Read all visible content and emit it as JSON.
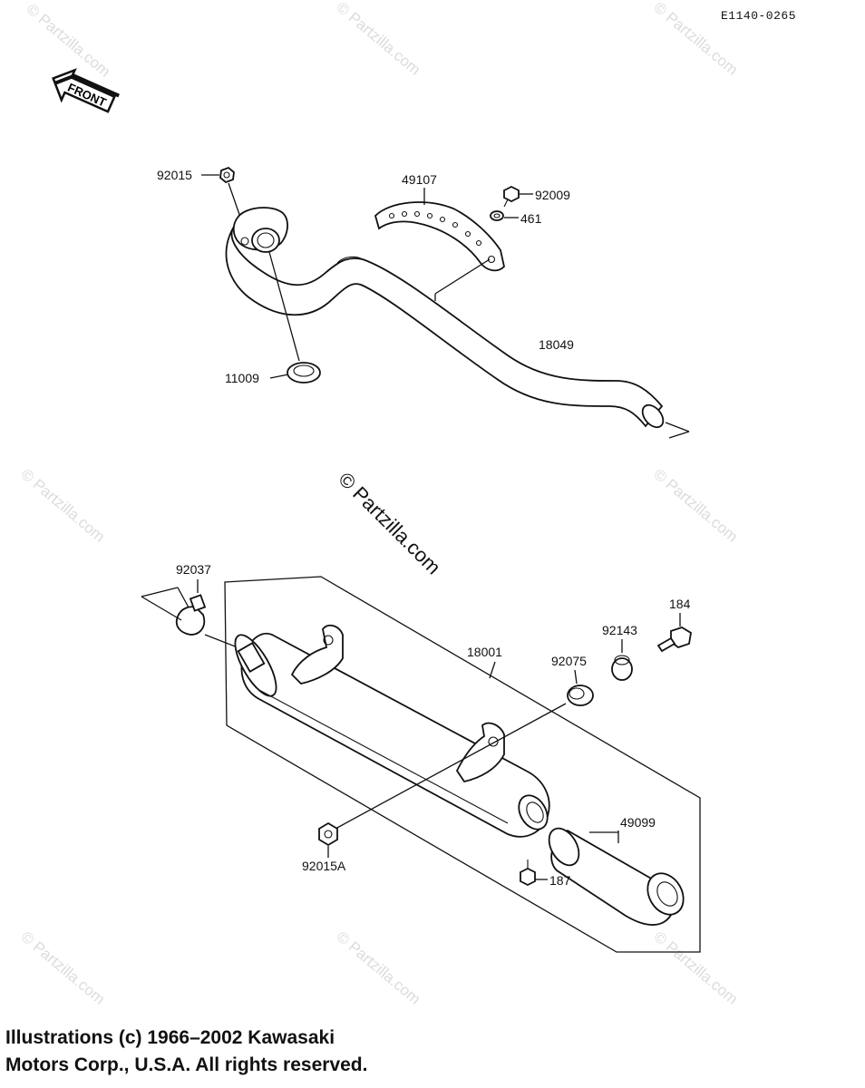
{
  "diagram_id": "E1140-0265",
  "front_label": "FRONT",
  "center_watermark": "© Partzilla.com",
  "watermark_text": "© Partzilla.com",
  "copyright": {
    "line1": "Illustrations (c) 1966–2002 Kawasaki",
    "line2": "Motors Corp., U.S.A.  All rights reserved."
  },
  "parts": {
    "p92015": "92015",
    "p49107": "49107",
    "p92009": "92009",
    "p461": "461",
    "p18049": "18049",
    "p11009": "11009",
    "p92037": "92037",
    "p18001": "18001",
    "p184": "184",
    "p92143": "92143",
    "p92075": "92075",
    "p49099": "49099",
    "p92015A": "92015A",
    "p187": "187"
  }
}
